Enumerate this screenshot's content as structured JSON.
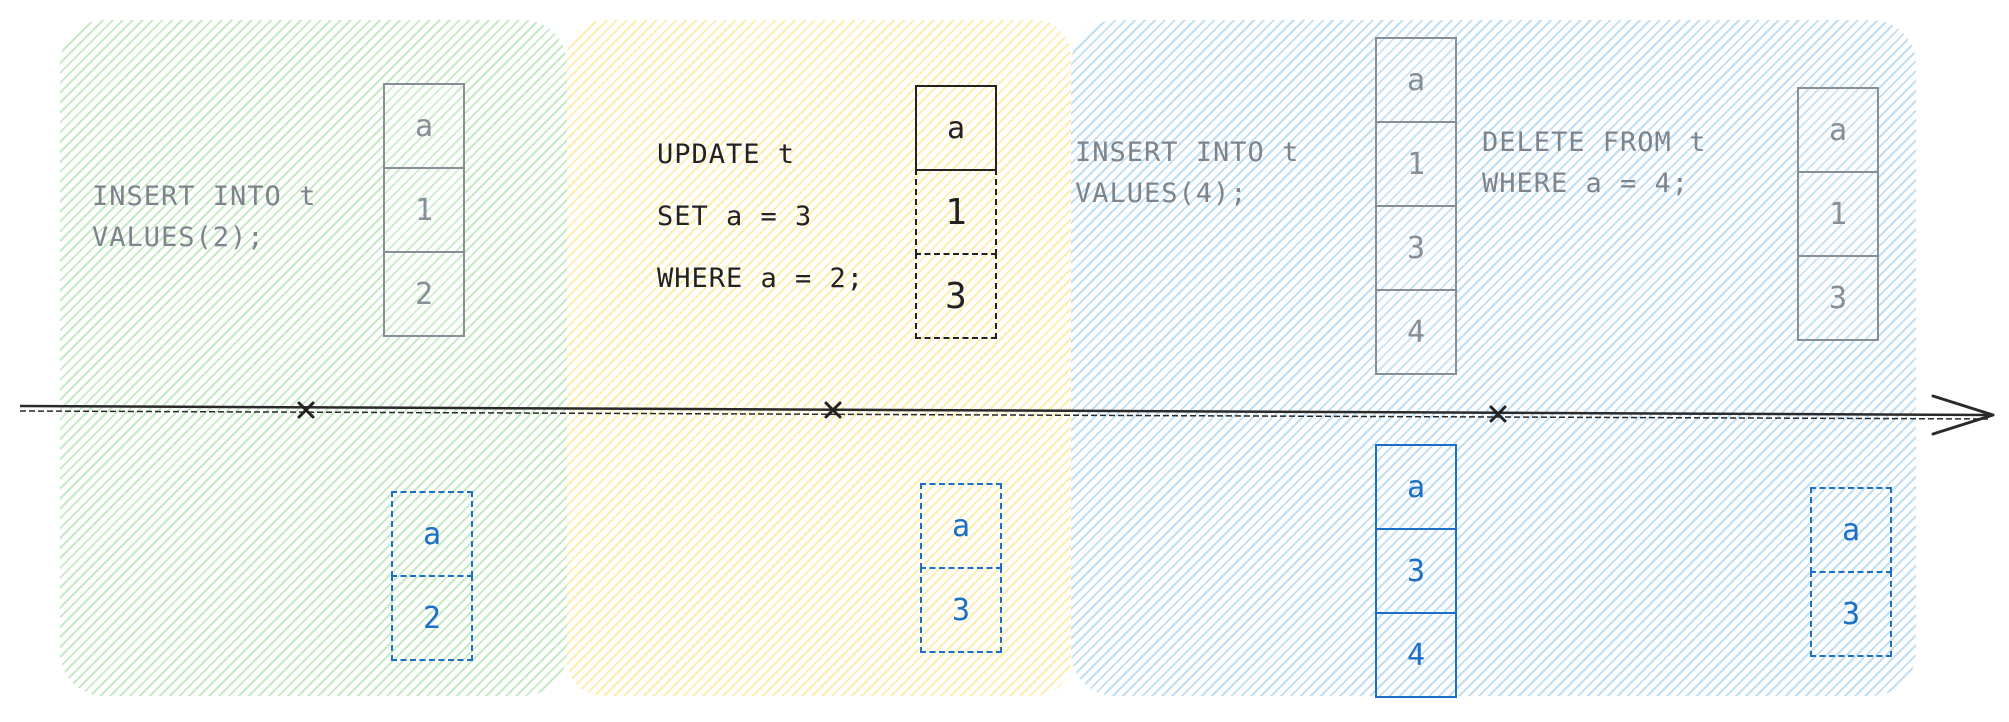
{
  "regions": [
    {
      "name": "green",
      "color": "#b2f2bb"
    },
    {
      "name": "yellow",
      "color": "#ffec99"
    },
    {
      "name": "blue",
      "color": "#a5d8ff"
    }
  ],
  "statements": {
    "insert_1": [
      "INSERT INTO t",
      "VALUES(2);"
    ],
    "update": [
      "UPDATE t",
      "SET a = 3",
      "WHERE a = 2;"
    ],
    "insert_2": [
      "INSERT INTO t",
      "VALUES(4);"
    ],
    "delete": [
      "DELETE FROM t",
      "WHERE a = 4;"
    ]
  },
  "tables": {
    "full_1": {
      "header": "a",
      "rows": [
        "1",
        "2"
      ]
    },
    "full_2": {
      "header": "a",
      "rows": [
        "1",
        "3"
      ]
    },
    "full_3": {
      "header": "a",
      "rows": [
        "1",
        "3",
        "4"
      ]
    },
    "full_4": {
      "header": "a",
      "rows": [
        "1",
        "3"
      ]
    },
    "delta_1": {
      "header": "a",
      "rows": [
        "2"
      ]
    },
    "delta_2": {
      "header": "a",
      "rows": [
        "3"
      ]
    },
    "delta_3": {
      "header": "a",
      "rows": [
        "3",
        "4"
      ]
    },
    "delta_4": {
      "header": "a",
      "rows": [
        "3"
      ]
    }
  },
  "timeline": {
    "markers": 3,
    "marker_symbol": "x",
    "direction": "right"
  },
  "colors": {
    "sql_gray": "#7d848c",
    "sql_black": "#222222",
    "delta_blue": "#1c6fc7",
    "table_gray": "#868e96"
  }
}
